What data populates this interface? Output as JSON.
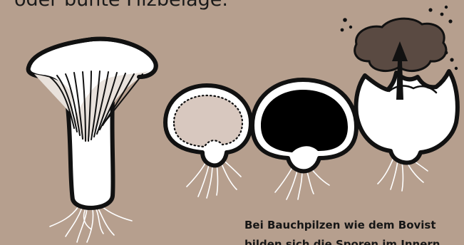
{
  "text": {
    "top_line": "oder bunte Filzbeläge.",
    "caption_line_1": "Bei Bauchpilzen wie dem Bovist",
    "caption_line_2": "bilden sich die Sporen im Innern"
  },
  "colors": {
    "background": "#b69f8e",
    "outline": "#111111",
    "spore_cloud": "#5a4a42",
    "immature_flesh": "#d8c8bf",
    "white": "#ffffff"
  },
  "illustrations": [
    "chanterelle-mushroom",
    "young-puffball",
    "mature-puffball",
    "bursting-puffball"
  ]
}
